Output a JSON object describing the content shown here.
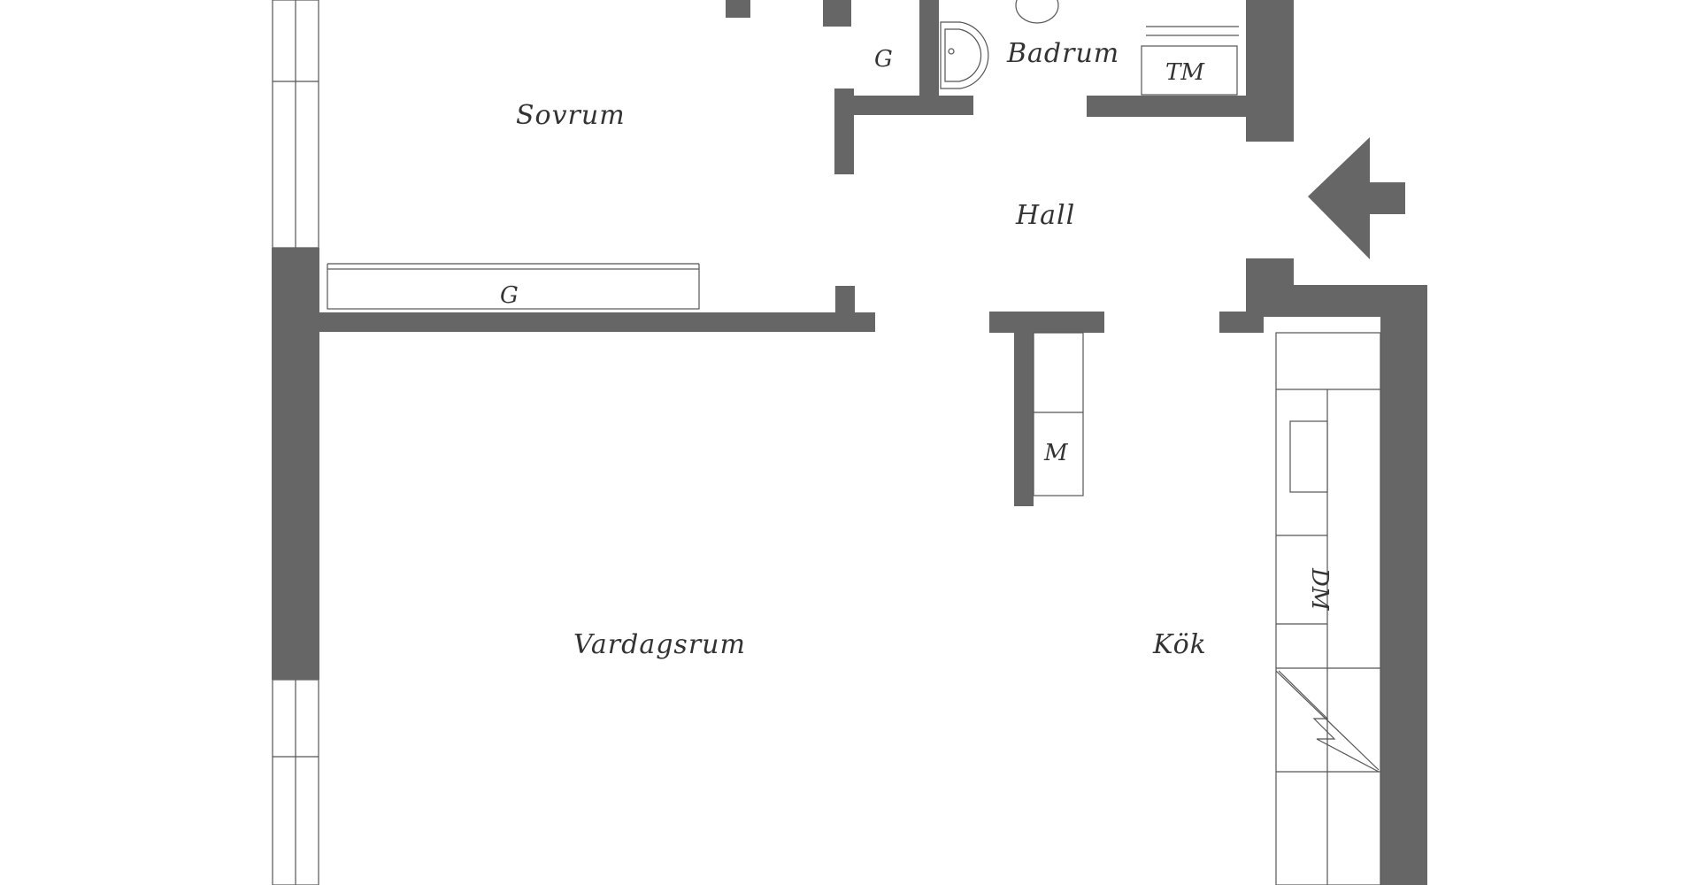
{
  "rooms": {
    "sovrum": "Sovrum",
    "badrum": "Badrum",
    "hall": "Hall",
    "vardagsrum": "Vardagsrum",
    "kok": "Kök"
  },
  "fixtures": {
    "wardrobe_bath": "G",
    "wardrobe_bedroom": "G",
    "washing_machine": "TM",
    "microwave": "M",
    "dishwasher": "DM"
  },
  "colors": {
    "wall": "#666666",
    "line": "#555555",
    "background": "#ffffff"
  },
  "icons": {
    "entrance": "entrance-arrow-icon",
    "sink": "sink-icon",
    "toilet": "toilet-icon",
    "stove": "stove-icon"
  }
}
